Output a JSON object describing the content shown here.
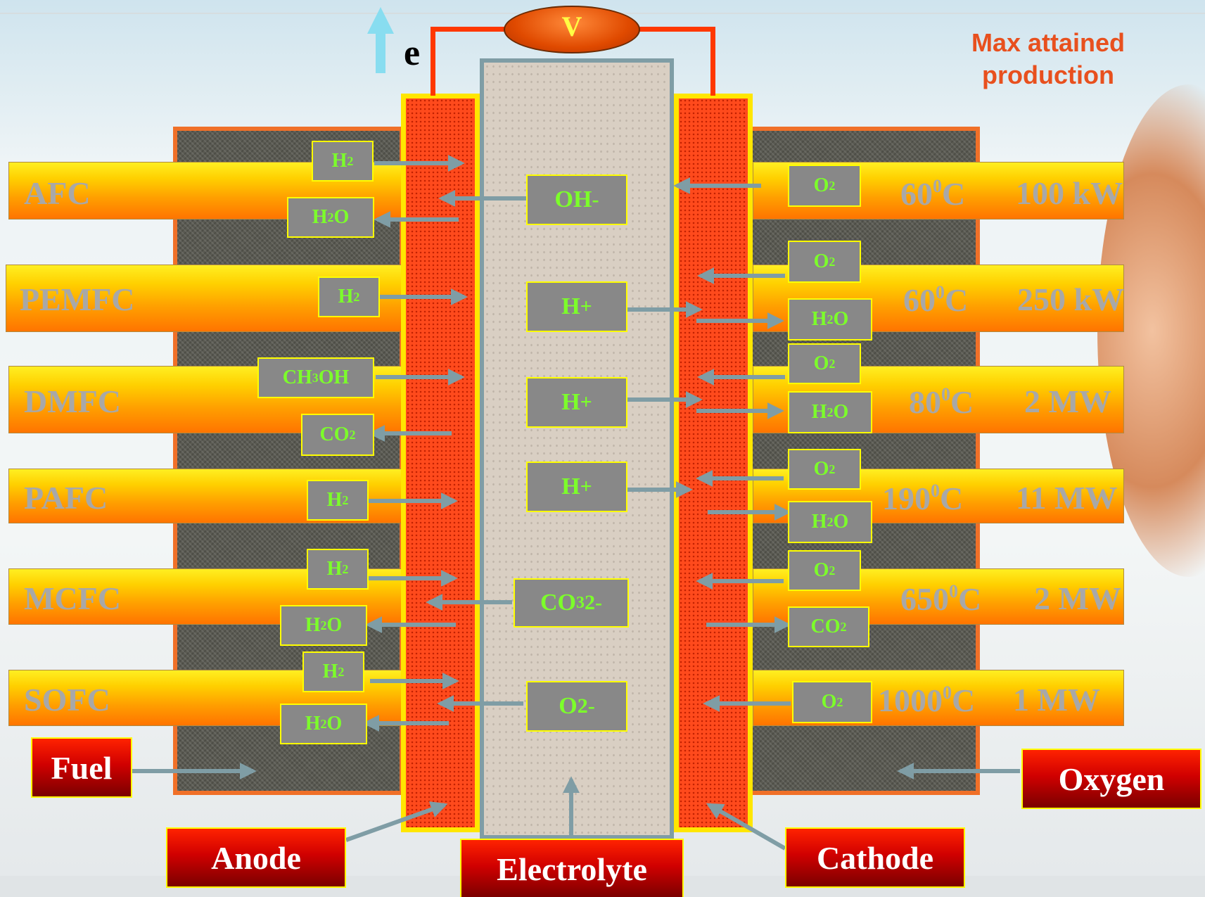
{
  "header": {
    "electron_label": "e",
    "voltmeter_label": "V",
    "max_production_line1": "Max attained",
    "max_production_line2": "production"
  },
  "fuel_cells": [
    {
      "name": "AFC",
      "temp_base": "60",
      "temp_sup": "0",
      "temp_unit": "C",
      "power": "100 kW"
    },
    {
      "name": "PEMFC",
      "temp_base": "60",
      "temp_sup": "0",
      "temp_unit": "C",
      "power": "250 kW"
    },
    {
      "name": "DMFC",
      "temp_base": "80",
      "temp_sup": "0",
      "temp_unit": "C",
      "power": "2 MW"
    },
    {
      "name": "PAFC",
      "temp_base": "190",
      "temp_sup": "0",
      "temp_unit": "C",
      "power": "11 MW"
    },
    {
      "name": "MCFC",
      "temp_base": "650",
      "temp_sup": "0",
      "temp_unit": "C",
      "power": "2 MW"
    },
    {
      "name": "SOFC",
      "temp_base": "1000",
      "temp_sup": "0",
      "temp_unit": "C",
      "power": "1 MW"
    }
  ],
  "species": {
    "h2": {
      "base": "H",
      "sub": "2"
    },
    "h2o": {
      "base": "H",
      "sub": "2",
      "tail": "O"
    },
    "o2": {
      "base": "O",
      "sub": "2"
    },
    "co2": {
      "base": "CO",
      "sub": "2"
    },
    "ch3oh": {
      "base": "CH",
      "sub": "3",
      "tail": "OH"
    }
  },
  "ions": {
    "oh": {
      "base": "OH",
      "sup": "-"
    },
    "h_plus": {
      "base": "H",
      "sup": "+"
    },
    "co3": {
      "base": "CO",
      "sub": "3",
      "sup": "2-"
    },
    "o2minus": {
      "base": "O",
      "sup": "2-"
    }
  },
  "labels": {
    "fuel": "Fuel",
    "oxygen": "Oxygen",
    "anode": "Anode",
    "electrolyte": "Electrolyte",
    "cathode": "Cathode"
  },
  "colors": {
    "electrode_fill": "#ff4a1c",
    "electrode_border": "#ffe600",
    "electrolyte_fill": "#d9cfc3",
    "species_box": "#888888",
    "species_text": "#7cff2a",
    "arrow": "#7f9da5",
    "wire": "#ff3800",
    "title_accent": "#e8501e",
    "label_red": "#d00000"
  }
}
